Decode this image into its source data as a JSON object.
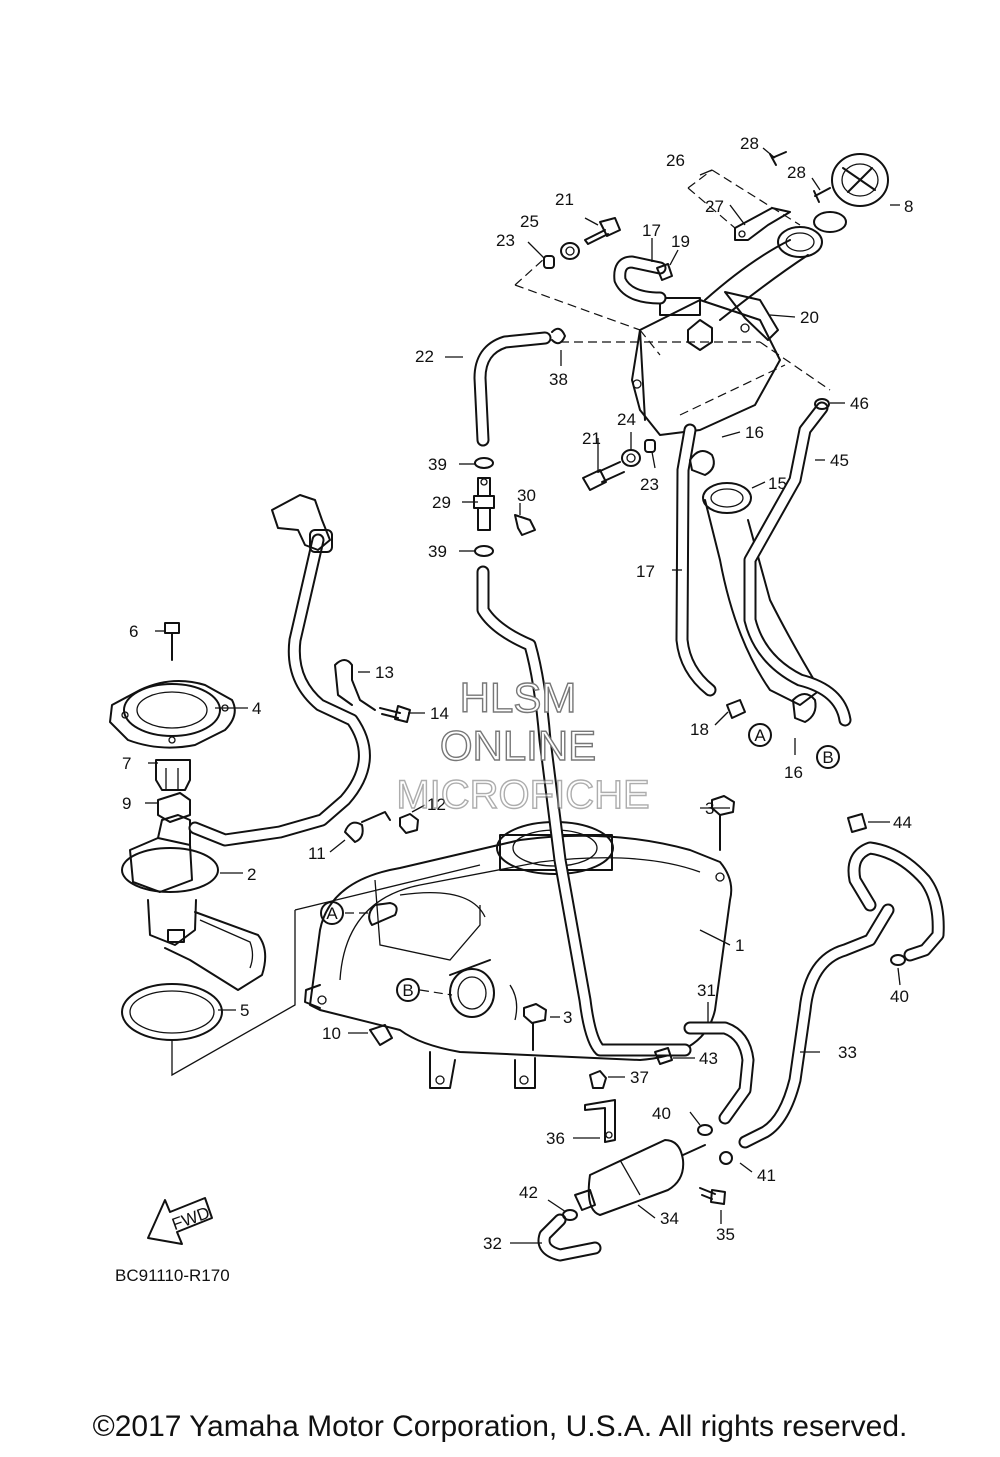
{
  "watermark": {
    "line1": "HLSM",
    "line2": "ONLINE",
    "line3": "MICROFICHE"
  },
  "diagram_code": "BC91110-R170",
  "fwd_label": "FWD",
  "copyright": "©2017 Yamaha Motor Corporation, U.S.A. All rights reserved.",
  "callouts": {
    "c1": "1",
    "c2": "2",
    "c3a": "3",
    "c3b": "3",
    "c4": "4",
    "c5": "5",
    "c6": "6",
    "c7": "7",
    "c8": "8",
    "c9": "9",
    "c10": "10",
    "c11": "11",
    "c12": "12",
    "c13": "13",
    "c14": "14",
    "c15": "15",
    "c16a": "16",
    "c16b": "16",
    "c17a": "17",
    "c17b": "17",
    "c18": "18",
    "c19": "19",
    "c20": "20",
    "c21a": "21",
    "c21b": "21",
    "c22": "22",
    "c23a": "23",
    "c23b": "23",
    "c24": "24",
    "c25": "25",
    "c26": "26",
    "c27": "27",
    "c28a": "28",
    "c28b": "28",
    "c29": "29",
    "c30": "30",
    "c31": "31",
    "c32": "32",
    "c33": "33",
    "c34": "34",
    "c35": "35",
    "c36": "36",
    "c37": "37",
    "c38": "38",
    "c39a": "39",
    "c39b": "39",
    "c40a": "40",
    "c40b": "40",
    "c41": "41",
    "c42": "42",
    "c43": "43",
    "c44": "44",
    "c45": "45",
    "c46": "46"
  },
  "refs": {
    "ra1": "A",
    "rb1": "B",
    "ra2": "A",
    "rb2": "B"
  }
}
